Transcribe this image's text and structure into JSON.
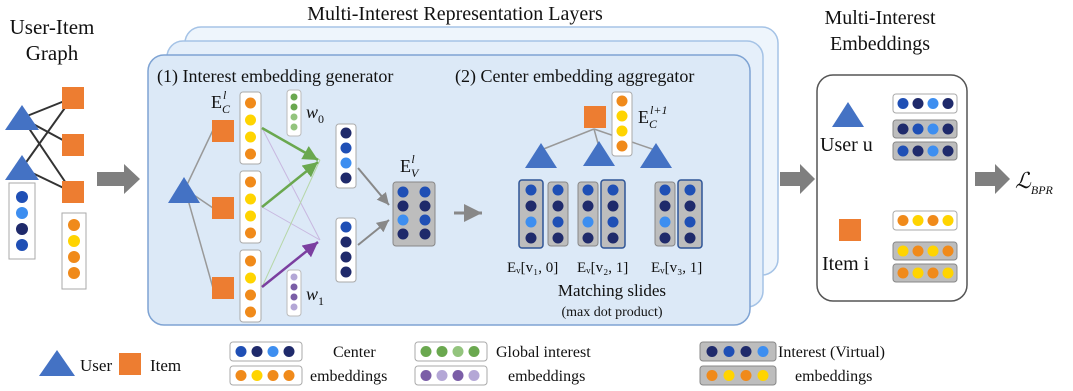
{
  "graph": {
    "title_line1": "User-Item",
    "title_line2": "Graph"
  },
  "layers": {
    "title": "Multi-Interest Representation Layers",
    "gen_title": "(1) Interest embedding generator",
    "agg_title": "(2) Center embedding aggregator",
    "ec_l_base": "E",
    "ec_l_sub": "C",
    "ec_l_sup": "l",
    "w0_base": "w",
    "w0_sub": "0",
    "w1_base": "w",
    "w1_sub": "1",
    "ev_l_base": "E",
    "ev_l_sub": "V",
    "ev_l_sup": "l",
    "ec_l1_base": "E",
    "ec_l1_sub": "C",
    "ec_l1_sup": "l+1",
    "ev_label_1": "Eᵥ[v₁, 0]",
    "ev_label_2": "Eᵥ[v₂, 1]",
    "ev_label_3": "Eᵥ[v₃, 1]",
    "matching": "Matching slides",
    "matching_sub": "(max dot product)"
  },
  "output": {
    "title_line1": "Multi-Interest",
    "title_line2": "Embeddings",
    "user_label": "User u",
    "item_label": "Item i",
    "loss": "ℒ",
    "loss_sub": "BPR"
  },
  "legend": {
    "user": "User",
    "item": "Item",
    "center_line1": "Center",
    "center_line2": "embeddings",
    "global_line1": "Global interest",
    "global_line2": "embeddings",
    "virtual_line1": "Interest (Virtual)",
    "virtual_line2": "embeddings"
  },
  "colors": {
    "user_blue": "#4472c4",
    "item_orange": "#ed7d31",
    "panel_fill": "#dce9f7",
    "panel_stroke": "#7ea3d3",
    "dark_navy": "#1f2a6b",
    "mid_blue": "#1f4fb5",
    "light_blue": "#3d8ef0",
    "orange": "#f08a1a",
    "yellow": "#ffd400",
    "green": "#6aa84f",
    "light_green": "#93c47d",
    "purple": "#7b5ea7",
    "light_purple": "#b4a7d6",
    "gray_bar": "#9e9e9e"
  }
}
